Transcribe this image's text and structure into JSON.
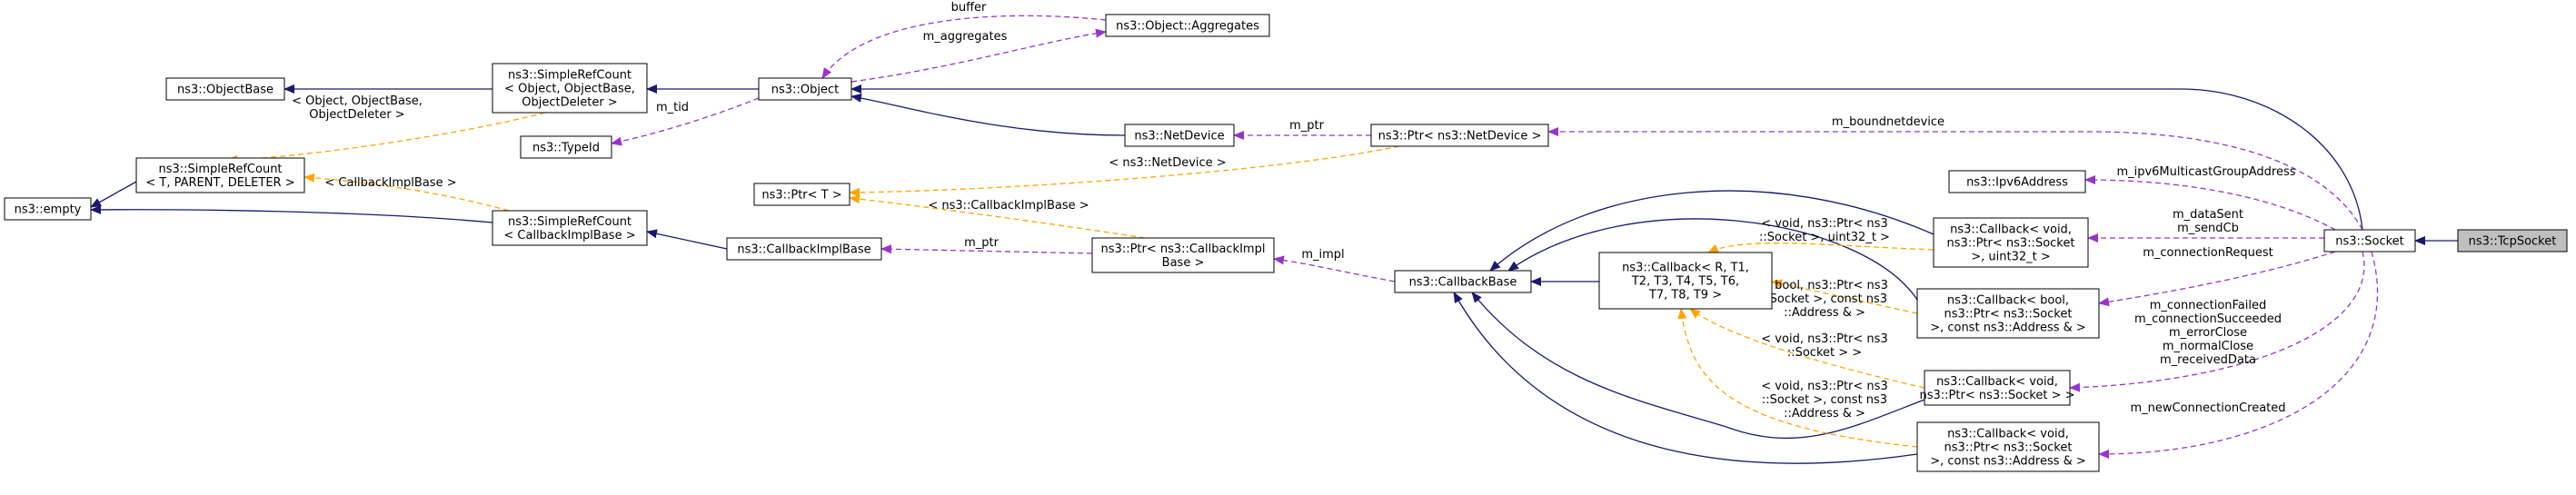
{
  "nodes": [
    {
      "id": "tcpsocket",
      "lines": [
        "ns3::TcpSocket"
      ]
    },
    {
      "id": "socket",
      "lines": [
        "ns3::Socket"
      ]
    },
    {
      "id": "object",
      "lines": [
        "ns3::Object"
      ]
    },
    {
      "id": "aggregates",
      "lines": [
        "ns3::Object::Aggregates"
      ]
    },
    {
      "id": "objectbase",
      "lines": [
        "ns3::ObjectBase"
      ]
    },
    {
      "id": "src_object",
      "lines": [
        "ns3::SimpleRefCount",
        "< Object, ObjectBase,",
        "ObjectDeleter >"
      ]
    },
    {
      "id": "typeid",
      "lines": [
        "ns3::TypeId"
      ]
    },
    {
      "id": "netdevice",
      "lines": [
        "ns3::NetDevice"
      ]
    },
    {
      "id": "ptr_netdevice",
      "lines": [
        "ns3::Ptr< ns3::NetDevice >"
      ]
    },
    {
      "id": "src_template",
      "lines": [
        "ns3::SimpleRefCount",
        "< T, PARENT, DELETER >"
      ]
    },
    {
      "id": "empty",
      "lines": [
        "ns3::empty"
      ]
    },
    {
      "id": "ptr_t",
      "lines": [
        "ns3::Ptr< T >"
      ]
    },
    {
      "id": "src_cbimpl",
      "lines": [
        "ns3::SimpleRefCount",
        "< CallbackImplBase >"
      ]
    },
    {
      "id": "cbimplbase",
      "lines": [
        "ns3::CallbackImplBase"
      ]
    },
    {
      "id": "ptr_cbimpl",
      "lines": [
        "ns3::Ptr< ns3::CallbackImpl",
        "Base >"
      ]
    },
    {
      "id": "cbbase",
      "lines": [
        "ns3::CallbackBase"
      ]
    },
    {
      "id": "cb_generic",
      "lines": [
        "ns3::Callback< R, T1,",
        "T2, T3, T4, T5, T6,",
        "T7, T8, T9 >"
      ]
    },
    {
      "id": "ipv6",
      "lines": [
        "ns3::Ipv6Address"
      ]
    },
    {
      "id": "cb_void_uint",
      "lines": [
        "ns3::Callback< void,",
        "ns3::Ptr< ns3::Socket",
        ">, uint32_t >"
      ]
    },
    {
      "id": "cb_bool",
      "lines": [
        "ns3::Callback< bool,",
        "ns3::Ptr< ns3::Socket",
        ">, const ns3::Address & >"
      ]
    },
    {
      "id": "cb_void",
      "lines": [
        "ns3::Callback< void,",
        "ns3::Ptr< ns3::Socket > >"
      ]
    },
    {
      "id": "cb_void_addr",
      "lines": [
        "ns3::Callback< void,",
        "ns3::Ptr< ns3::Socket",
        ">, const ns3::Address & >"
      ]
    }
  ],
  "edges": [
    {
      "id": "e_tcp_socket",
      "kind": "inherit",
      "labels": []
    },
    {
      "id": "e_socket_object",
      "kind": "inherit",
      "labels": []
    },
    {
      "id": "e_object_src",
      "kind": "inherit",
      "labels": []
    },
    {
      "id": "e_src_objectbase",
      "kind": "inherit",
      "labels": []
    },
    {
      "id": "e_netdevice_object",
      "kind": "inherit",
      "labels": []
    },
    {
      "id": "e_srctpl_empty",
      "kind": "inherit",
      "labels": []
    },
    {
      "id": "e_srccb_empty",
      "kind": "inherit",
      "labels": []
    },
    {
      "id": "e_cbimpl_srccb",
      "kind": "inherit",
      "labels": []
    },
    {
      "id": "e_cbgeneric_cbbase",
      "kind": "inherit",
      "labels": []
    },
    {
      "id": "e_cbvoiduint_cbbase",
      "kind": "inherit",
      "labels": []
    },
    {
      "id": "e_cbbool_cbbase",
      "kind": "inherit",
      "labels": []
    },
    {
      "id": "e_cbvoid_cbbase",
      "kind": "inherit",
      "labels": []
    },
    {
      "id": "e_cbvoidaddr_cbbase",
      "kind": "inherit",
      "labels": []
    },
    {
      "id": "e_aggregates_object",
      "kind": "usage",
      "labels": [
        "buffer"
      ]
    },
    {
      "id": "e_object_aggregates",
      "kind": "usage",
      "labels": [
        "m_aggregates"
      ]
    },
    {
      "id": "e_typeid_object",
      "kind": "usage",
      "labels": [
        "m_tid"
      ]
    },
    {
      "id": "e_ptrnd_netdevice",
      "kind": "usage",
      "labels": [
        "m_ptr"
      ]
    },
    {
      "id": "e_socket_ptrnd",
      "kind": "usage",
      "labels": [
        "m_boundnetdevice"
      ]
    },
    {
      "id": "e_ptrcb_cbimpl",
      "kind": "usage",
      "labels": [
        "m_ptr"
      ]
    },
    {
      "id": "e_cbbase_ptrcb",
      "kind": "usage",
      "labels": [
        "m_impl"
      ]
    },
    {
      "id": "e_socket_ipv6",
      "kind": "usage",
      "labels": [
        "m_ipv6MulticastGroupAddress"
      ]
    },
    {
      "id": "e_socket_cbvoiduint",
      "kind": "usage",
      "labels": [
        "m_dataSent",
        "m_sendCb"
      ]
    },
    {
      "id": "e_socket_cbbool",
      "kind": "usage",
      "labels": [
        "m_connectionRequest"
      ]
    },
    {
      "id": "e_socket_cbvoid",
      "kind": "usage",
      "labels": [
        "m_connectionFailed",
        "m_connectionSucceeded",
        "m_errorClose",
        "m_normalClose",
        "m_receivedData"
      ]
    },
    {
      "id": "e_socket_cbvoidaddr",
      "kind": "usage",
      "labels": [
        "m_newConnectionCreated"
      ]
    },
    {
      "id": "e_tpl_object",
      "kind": "template",
      "labels": [
        "< Object, ObjectBase,",
        "ObjectDeleter >"
      ]
    },
    {
      "id": "e_tpl_cbimpl",
      "kind": "template",
      "labels": [
        "< CallbackImplBase >"
      ]
    },
    {
      "id": "e_tpl_ptrnd",
      "kind": "template",
      "labels": [
        "< ns3::NetDevice >"
      ]
    },
    {
      "id": "e_tpl_ptrcb",
      "kind": "template",
      "labels": [
        "< ns3::CallbackImplBase >"
      ]
    },
    {
      "id": "e_tpl_cbvoiduint",
      "kind": "template",
      "labels": [
        "< void, ns3::Ptr< ns3",
        "::Socket >, uint32_t >"
      ]
    },
    {
      "id": "e_tpl_cbbool",
      "kind": "template",
      "labels": [
        "< bool, ns3::Ptr< ns3",
        "::Socket >, const ns3",
        "::Address & >"
      ]
    },
    {
      "id": "e_tpl_cbvoid",
      "kind": "template",
      "labels": [
        "< void, ns3::Ptr< ns3",
        "::Socket > >"
      ]
    },
    {
      "id": "e_tpl_cbvoidaddr",
      "kind": "template",
      "labels": [
        "< void, ns3::Ptr< ns3",
        "::Socket >, const ns3",
        "::Address & >"
      ]
    }
  ],
  "colors": {
    "inheritance_edge": "#191970",
    "usage_edge": "#9a32cd",
    "template_edge": "#ffa500",
    "highlight_node_fill": "#bfbfbf"
  }
}
